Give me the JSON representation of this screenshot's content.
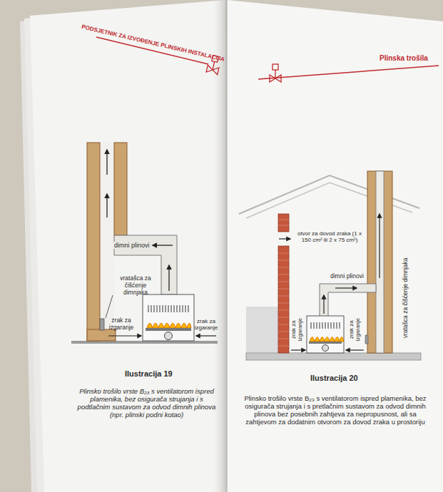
{
  "diagram": {
    "labels": [
      "PODSJETNIK ZA IZVOĐENJE PLINSKIH INSTALACIJA",
      "Plinska trošila",
      "dimni plinovi",
      "vratašca za čišćenje dimnjaka",
      "zrak za izgaranje",
      "zrak za izgaranje",
      "Ilustracija 19",
      "Plinsko trošilo vrste B₂₃ s ventilatorom ispred plamenika, bez osigurača strujanja i s podtlačnim sustavom za odvod dimnih plinova (npr. plinski podni kotao)",
      "otvor za dovod zraka (1 x 150 cm² ili 2 x 75 cm²)",
      "dimni plinovi",
      "zrak za izgaranje",
      "zrak za izgaranje",
      "vratašca za čišćenje dimnjaka",
      "Ilustracija 20",
      "Plinsko trošilo vrste B₂₃ s ventilatorom ispred plamenika, bez osigurača strujanja i s pretlačnim sustavom za odvod dimnih plinova bez posebnih zahtjeva za nepropusnost, ali sa zahtjevom za dodatnim otvorom za dovod zraka u prostoriju"
    ]
  }
}
